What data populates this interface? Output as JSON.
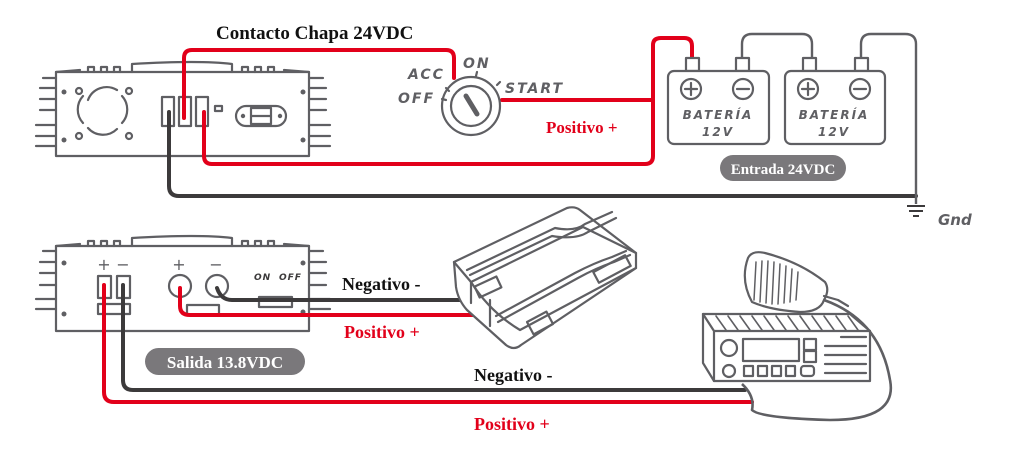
{
  "diagram": {
    "title": "Conexión convertidor 24VDC a 13.8VDC",
    "colors": {
      "positive_wire": "#e2001a",
      "negative_wire": "#3c3a3b",
      "outline": "#5f5f63",
      "pill_background": "#7a787b",
      "pill_text": "#ffffff",
      "label_positive": "#e2001a",
      "label_default": "#111111"
    },
    "labels": {
      "ignition_contact": "Contacto Chapa 24VDC",
      "positive_top": "Positivo +",
      "input_badge": "Entrada 24VDC",
      "ground": "Gnd",
      "output_badge": "Salida 13.8VDC",
      "negative_device": "Negativo -",
      "positive_device": "Positivo +",
      "negative_radio": "Negativo -",
      "positive_radio": "Positivo +"
    },
    "key_switch": {
      "positions": [
        "OFF",
        "ACC",
        "ON",
        "START"
      ]
    },
    "batteries": [
      {
        "label": "BATERÍA",
        "voltage": "12V",
        "pos_symbol": "+",
        "neg_symbol": "−"
      },
      {
        "label": "BATERÍA",
        "voltage": "12V",
        "pos_symbol": "+",
        "neg_symbol": "−"
      }
    ],
    "output_converter": {
      "terminal_pos": "+",
      "terminal_neg": "−",
      "post_pos": "+",
      "post_neg": "−",
      "switch_on": "ON",
      "switch_off": "OFF"
    }
  }
}
